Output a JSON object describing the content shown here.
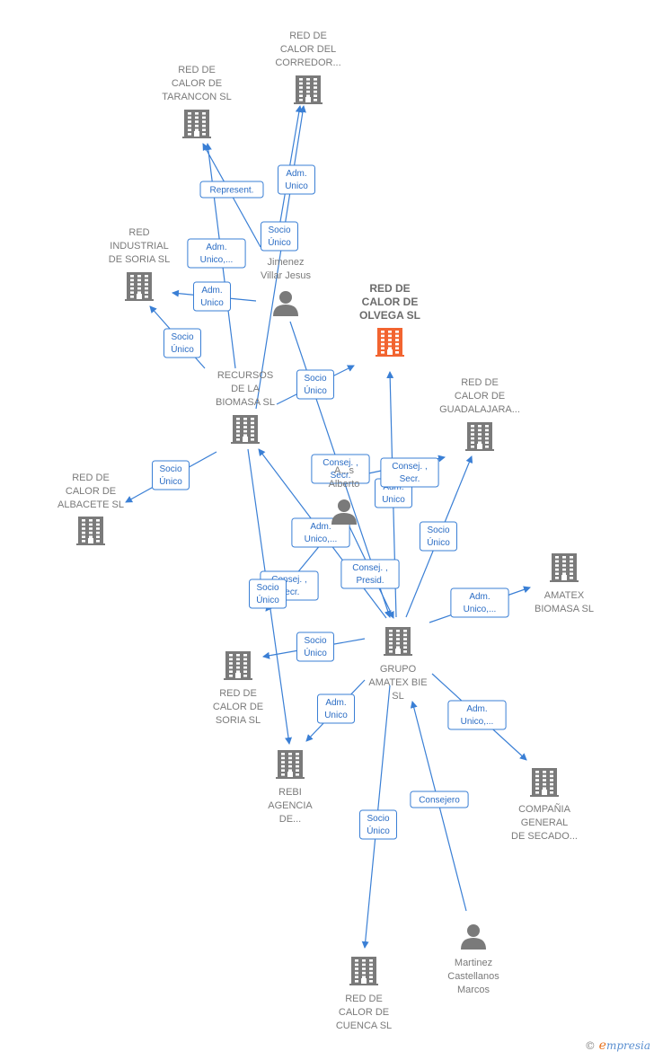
{
  "colors": {
    "edge": "#3a7fd5",
    "building": "#7a7a7a",
    "building_highlight": "#f26430",
    "person": "#7a7a7a"
  },
  "nodes": [
    {
      "id": "corredor",
      "type": "company",
      "label": [
        "RED DE",
        "CALOR DEL",
        "CORREDOR..."
      ]
    },
    {
      "id": "tarancon",
      "type": "company",
      "label": [
        "RED DE",
        "CALOR DE",
        "TARANCON  SL"
      ]
    },
    {
      "id": "soria_ind",
      "type": "company",
      "label": [
        "RED",
        "INDUSTRIAL",
        "DE SORIA  SL"
      ]
    },
    {
      "id": "jimenez",
      "type": "person",
      "label": [
        "Jimenez",
        "Villar Jesus"
      ]
    },
    {
      "id": "olvega",
      "type": "company",
      "highlight": true,
      "label": [
        "RED DE",
        "CALOR DE",
        "OLVEGA  SL"
      ]
    },
    {
      "id": "recursos",
      "type": "company",
      "label": [
        "RECURSOS",
        "DE LA",
        "BIOMASA SL"
      ]
    },
    {
      "id": "guadalajara",
      "type": "company",
      "label": [
        "RED DE",
        "CALOR DE",
        "GUADALAJARA..."
      ]
    },
    {
      "id": "albacete",
      "type": "company",
      "label": [
        "RED DE",
        "CALOR DE",
        "ALBACETE  SL"
      ]
    },
    {
      "id": "alberto",
      "type": "person",
      "label": [
        "A...s",
        "Alberto"
      ]
    },
    {
      "id": "amatex_bio",
      "type": "company",
      "label": [
        "AMATEX",
        "BIOMASA  SL"
      ]
    },
    {
      "id": "grupo",
      "type": "company",
      "label": [
        "GRUPO",
        "AMATEX BIE",
        "SL"
      ]
    },
    {
      "id": "soria",
      "type": "company",
      "label": [
        "RED DE",
        "CALOR DE",
        "SORIA  SL"
      ]
    },
    {
      "id": "rebi",
      "type": "company",
      "label": [
        "REBI",
        "AGENCIA",
        "DE..."
      ]
    },
    {
      "id": "secado",
      "type": "company",
      "label": [
        "COMPAÑIA",
        "GENERAL",
        "DE SECADO..."
      ]
    },
    {
      "id": "martinez",
      "type": "person",
      "label": [
        "Martinez",
        "Castellanos",
        "Marcos"
      ]
    },
    {
      "id": "cuenca",
      "type": "company",
      "label": [
        "RED DE",
        "CALOR DE",
        "CUENCA  SL"
      ]
    }
  ],
  "edges": [
    {
      "from": "recursos",
      "to": "corredor",
      "label": [
        "Adm.",
        "Unico"
      ]
    },
    {
      "from": "jimenez",
      "to": "corredor",
      "label": [
        "Socio",
        "Único"
      ]
    },
    {
      "from": "jimenez",
      "to": "tarancon",
      "label": [
        "Represent."
      ]
    },
    {
      "from": "recursos",
      "to": "tarancon",
      "label": [
        "Adm.",
        "Unico,..."
      ]
    },
    {
      "from": "jimenez",
      "to": "soria_ind",
      "label": [
        "Adm.",
        "Unico"
      ]
    },
    {
      "from": "recursos",
      "to": "soria_ind",
      "label": [
        "Socio",
        "Único"
      ]
    },
    {
      "from": "recursos",
      "to": "olvega",
      "label": [
        "Socio",
        "Único"
      ]
    },
    {
      "from": "recursos",
      "to": "albacete",
      "label": [
        "Socio",
        "Único"
      ]
    },
    {
      "from": "jimenez",
      "to": "grupo",
      "label": [
        "Consej. ,",
        "Secr."
      ]
    },
    {
      "from": "grupo",
      "to": "olvega",
      "label": [
        "Adm.",
        "Unico"
      ]
    },
    {
      "from": "alberto",
      "to": "guadalajara",
      "label": [
        "Consej. ,",
        "Secr."
      ]
    },
    {
      "from": "grupo",
      "to": "guadalajara",
      "label": [
        "Socio",
        "Único"
      ]
    },
    {
      "from": "grupo",
      "to": "recursos",
      "label": [
        "Adm.",
        "Unico,..."
      ]
    },
    {
      "from": "alberto",
      "to": "grupo",
      "label": [
        "Consej. ,",
        "Presid."
      ]
    },
    {
      "from": "alberto",
      "to": "soria",
      "label": [
        "Consej. ,",
        "Secr."
      ]
    },
    {
      "from": "recursos",
      "to": "rebi",
      "label": [
        "Socio",
        "Único"
      ]
    },
    {
      "from": "grupo",
      "to": "soria",
      "label": [
        "Socio",
        "Único"
      ]
    },
    {
      "from": "grupo",
      "to": "amatex_bio",
      "label": [
        "Adm.",
        "Unico,..."
      ]
    },
    {
      "from": "grupo",
      "to": "rebi",
      "label": [
        "Adm.",
        "Unico"
      ]
    },
    {
      "from": "grupo",
      "to": "secado",
      "label": [
        "Adm.",
        "Unico,..."
      ]
    },
    {
      "from": "martinez",
      "to": "grupo",
      "label": [
        "Consejero"
      ]
    },
    {
      "from": "grupo",
      "to": "cuenca",
      "label": [
        "Socio",
        "Único"
      ]
    }
  ],
  "footer": {
    "copyright": "©",
    "brand_first": "e",
    "brand_rest": "mpresia"
  }
}
